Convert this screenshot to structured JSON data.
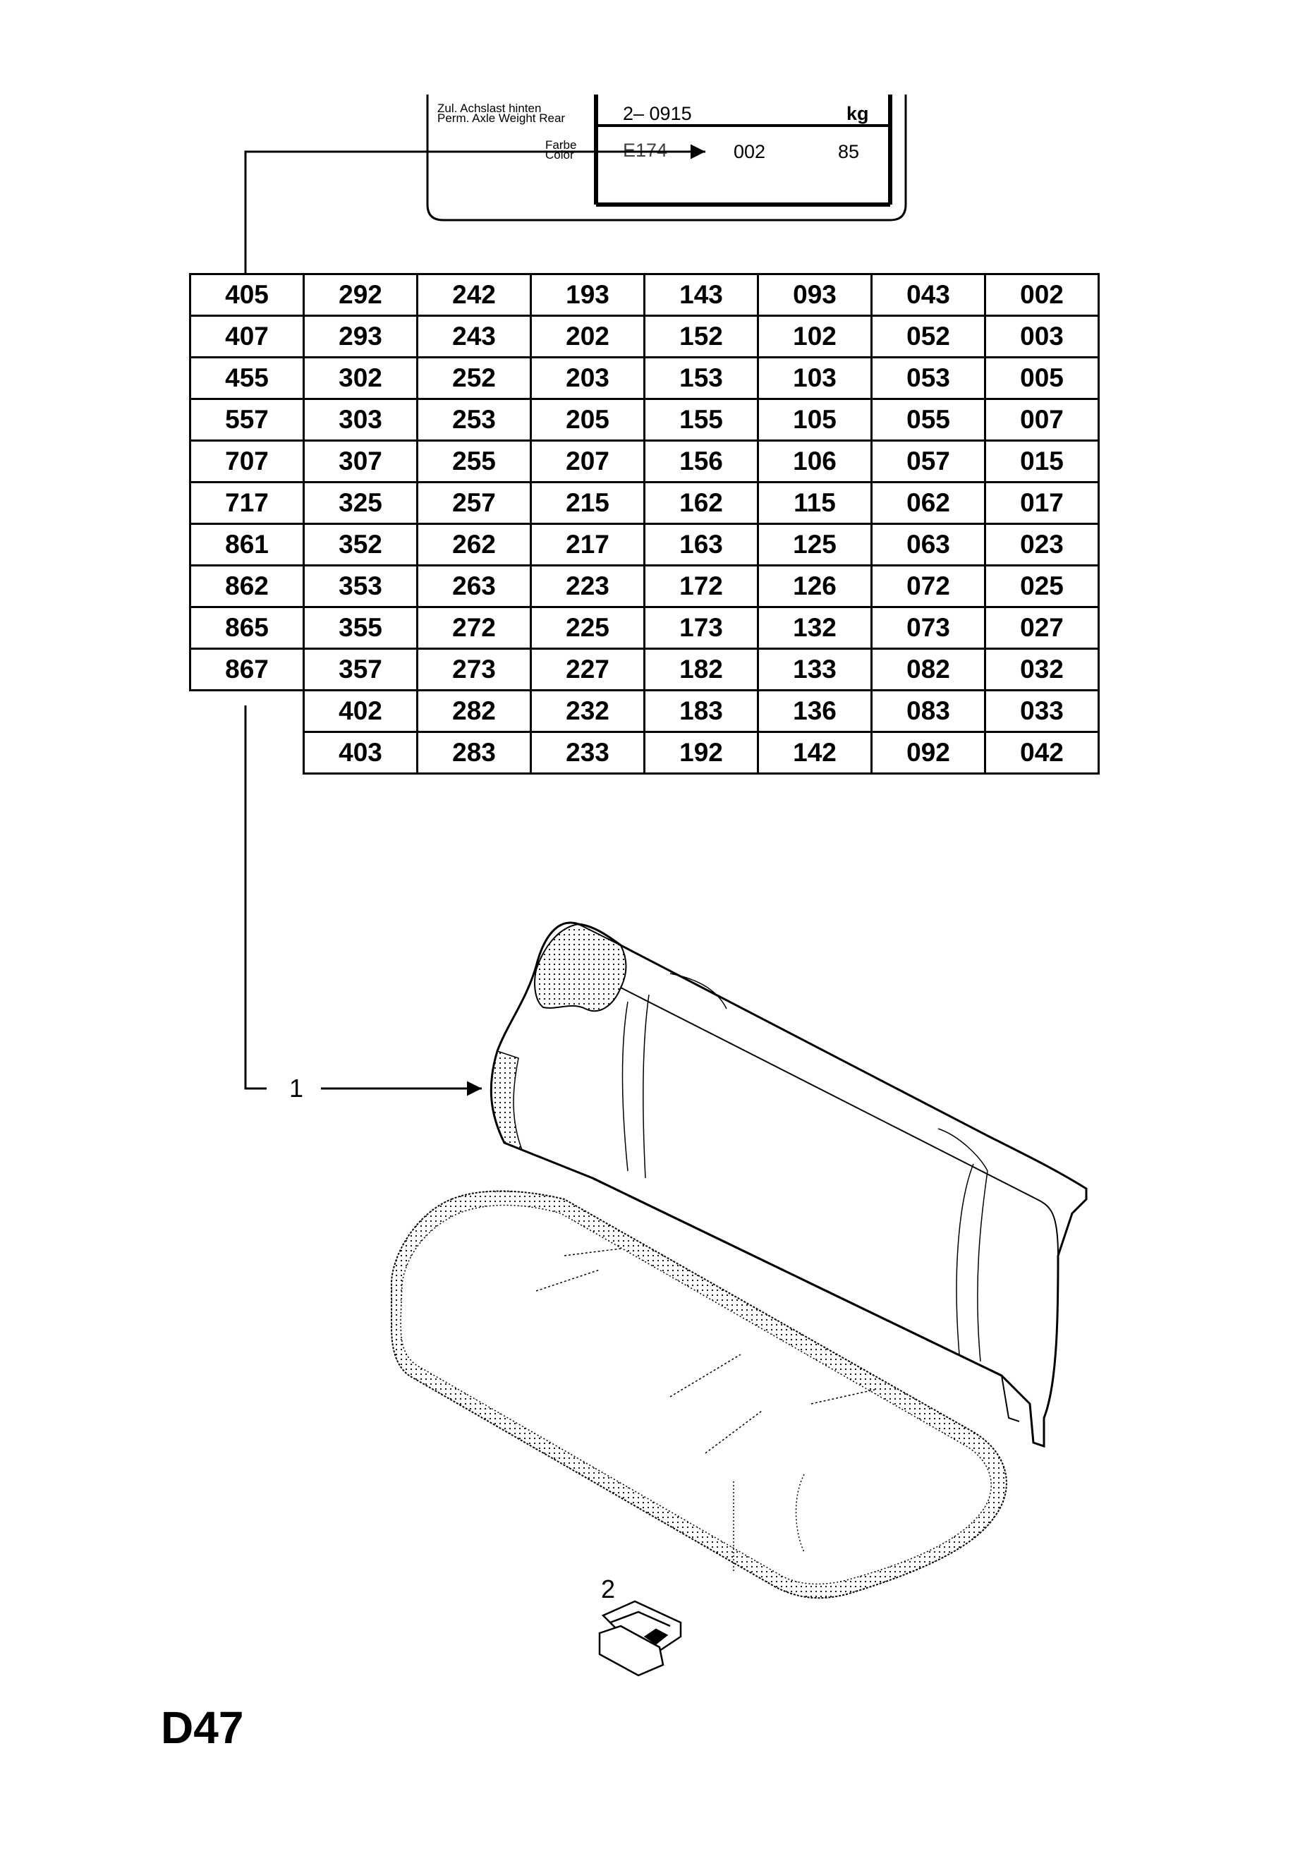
{
  "label_plate": {
    "axle_weight_label_de": "Zul. Achslast hinten",
    "axle_weight_label_en": "Perm. Axle Weight Rear",
    "axle_weight_value": "2– 0915",
    "axle_weight_unit": "kg",
    "color_label_de": "Farbe",
    "color_label_en": "Color",
    "color_code": "E174",
    "color_value_1": "002",
    "color_value_2": "85"
  },
  "code_table": {
    "rows": [
      [
        "405",
        "292",
        "242",
        "193",
        "143",
        "093",
        "043",
        "002"
      ],
      [
        "407",
        "293",
        "243",
        "202",
        "152",
        "102",
        "052",
        "003"
      ],
      [
        "455",
        "302",
        "252",
        "203",
        "153",
        "103",
        "053",
        "005"
      ],
      [
        "557",
        "303",
        "253",
        "205",
        "155",
        "105",
        "055",
        "007"
      ],
      [
        "707",
        "307",
        "255",
        "207",
        "156",
        "106",
        "057",
        "015"
      ],
      [
        "717",
        "325",
        "257",
        "215",
        "162",
        "115",
        "062",
        "017"
      ],
      [
        "861",
        "352",
        "262",
        "217",
        "163",
        "125",
        "063",
        "023"
      ],
      [
        "862",
        "353",
        "263",
        "223",
        "172",
        "126",
        "072",
        "025"
      ],
      [
        "865",
        "355",
        "272",
        "225",
        "173",
        "132",
        "073",
        "027"
      ],
      [
        "867",
        "357",
        "273",
        "227",
        "182",
        "133",
        "082",
        "032"
      ],
      [
        "",
        "402",
        "282",
        "232",
        "183",
        "136",
        "083",
        "033"
      ],
      [
        "",
        "403",
        "283",
        "233",
        "192",
        "142",
        "092",
        "042"
      ]
    ]
  },
  "callouts": {
    "item_1": "1",
    "item_2": "2"
  },
  "page_code": "D47"
}
